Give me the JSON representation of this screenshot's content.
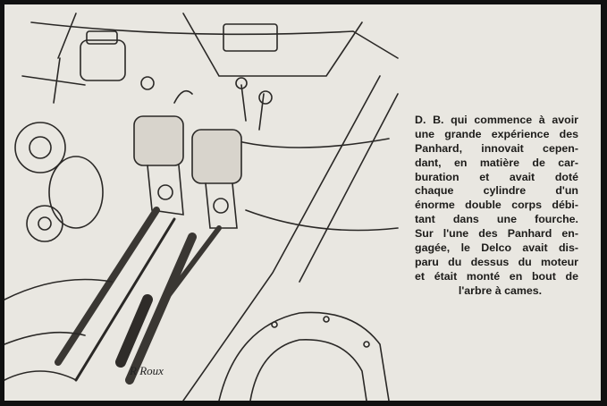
{
  "caption": {
    "lines": [
      "D. B. qui commence à avoir",
      "une grande expérience des",
      "Panhard, innovait cepen-",
      "dant, en matière de car-",
      "buration et avait doté",
      "chaque cylindre d'un",
      "énorme double corps débi-",
      "tant dans une fourche.",
      "Sur l'une des Panhard en-",
      "gagée, le Delco avait dis-",
      "paru du dessus du moteur",
      "et était monté en bout de",
      "l'arbre à cames."
    ]
  },
  "illustration": {
    "signature": "R Roux"
  }
}
